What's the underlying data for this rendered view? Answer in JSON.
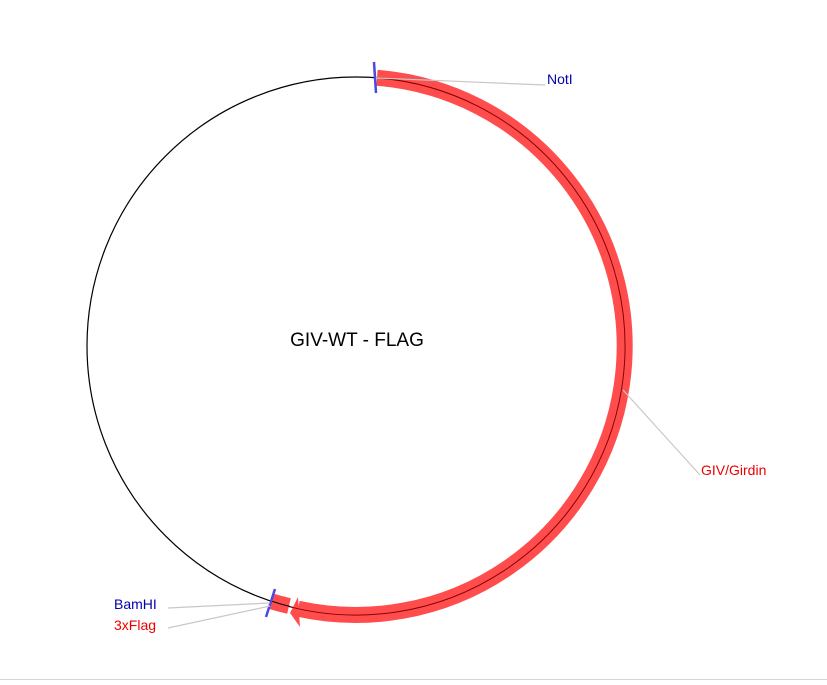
{
  "plasmid": {
    "name": "GIV-WT - FLAG"
  },
  "colors": {
    "backbone": "#000000",
    "feature": "#ff4d4d",
    "feature_line": "#8b0000",
    "site_marker": "#4a4ae0",
    "site_label": "#0000b0",
    "feature_label": "#ee0000",
    "leader_line": "#c8c8c8"
  },
  "restriction_sites": [
    {
      "label": "NotI"
    },
    {
      "label": "BamHI"
    }
  ],
  "features": [
    {
      "label": "GIV/Girdin",
      "direction": "reverse"
    },
    {
      "label": "3xFlag"
    }
  ]
}
